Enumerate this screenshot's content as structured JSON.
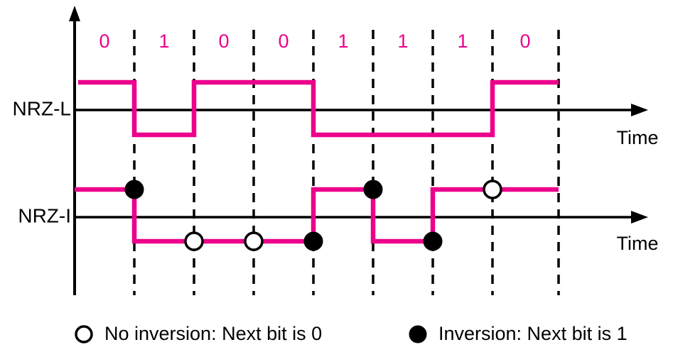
{
  "figure": {
    "title": "",
    "colors": {
      "signal": "#ec008c",
      "axis": "#000000",
      "bit_label": "#ec008c",
      "background": "#ffffff"
    },
    "bits": [
      "0",
      "1",
      "0",
      "0",
      "1",
      "1",
      "1",
      "0"
    ],
    "signals": [
      {
        "name": "NRZ-L",
        "label": "NRZ-L",
        "time_label": "Time",
        "levels": [
          "high",
          "low",
          "high",
          "high",
          "low",
          "low",
          "low",
          "high"
        ]
      },
      {
        "name": "NRZ-I",
        "label": "NRZ-I",
        "time_label": "Time",
        "levels": [
          "high",
          "low",
          "low",
          "low",
          "high",
          "low",
          "high",
          "high"
        ],
        "markers": [
          {
            "type": "filled",
            "bit_index": 0,
            "meaning": "Inversion: Next bit is 1"
          },
          {
            "type": "open",
            "bit_index": 1,
            "meaning": "No inversion: Next bit is 0"
          },
          {
            "type": "open",
            "bit_index": 2,
            "meaning": "No inversion: Next bit is 0"
          },
          {
            "type": "filled",
            "bit_index": 3,
            "meaning": "Inversion: Next bit is 1"
          },
          {
            "type": "filled",
            "bit_index": 4,
            "meaning": "Inversion: Next bit is 1"
          },
          {
            "type": "filled",
            "bit_index": 5,
            "meaning": "Inversion: Next bit is 1"
          },
          {
            "type": "open",
            "bit_index": 6,
            "meaning": "No inversion: Next bit is 0"
          }
        ]
      }
    ],
    "legend": [
      {
        "marker": "open-circle",
        "text": "No inversion: Next bit is 0"
      },
      {
        "marker": "filled-circle",
        "text": "Inversion: Next bit is 1"
      }
    ]
  }
}
